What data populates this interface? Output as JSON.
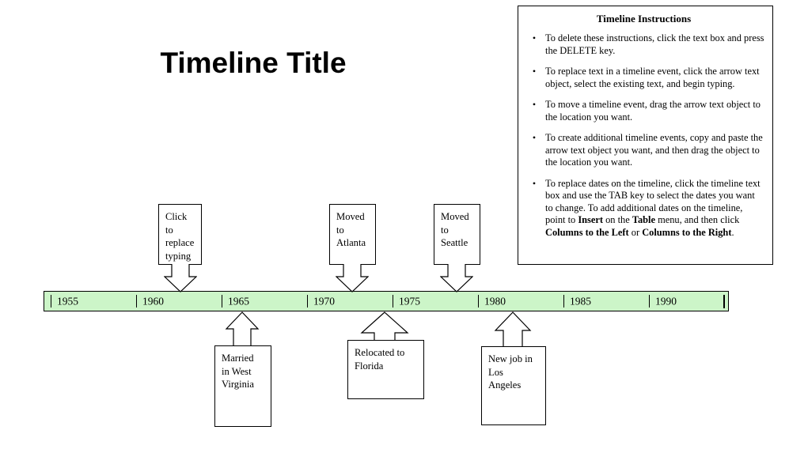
{
  "title": "Timeline Title",
  "colors": {
    "timeline_fill": "#ccf5c8",
    "border": "#000000",
    "page_background": "#ffffff"
  },
  "instructions": {
    "heading": "Timeline Instructions",
    "items": [
      "To delete these instructions, click the text box and press the DELETE key.",
      "To replace text in a timeline event, click the arrow text object, select the existing text, and begin typing.",
      "To move a timeline event, drag the arrow text object to the location you want.",
      "To create additional timeline events, copy and paste the arrow text object you want, and then drag the object to the location you want.",
      "To replace dates on the timeline, click the timeline text box and use the TAB key to select the dates you want to change. To add additional dates on the timeline, point to Insert on the Table menu, and then click Columns to the Left or Columns to the Right."
    ],
    "bullet_glyph": "•"
  },
  "timeline": {
    "years": [
      "1955",
      "1960",
      "1965",
      "1970",
      "1975",
      "1980",
      "1985",
      "1990"
    ]
  },
  "events_above": [
    {
      "text": "Click\nto\nreplace\ntyping",
      "year": "1960"
    },
    {
      "text": "Moved\nto\nAtlanta",
      "year": "1970"
    },
    {
      "text": "Moved\nto\nSeattle",
      "year": "1975"
    }
  ],
  "events_below": [
    {
      "text": "Married\nin West\nVirginia",
      "year": "1965"
    },
    {
      "text": "Relocated to\nFlorida",
      "year": "1975"
    },
    {
      "text": "New job in\nLos\nAngeles",
      "year": "1980"
    }
  ]
}
